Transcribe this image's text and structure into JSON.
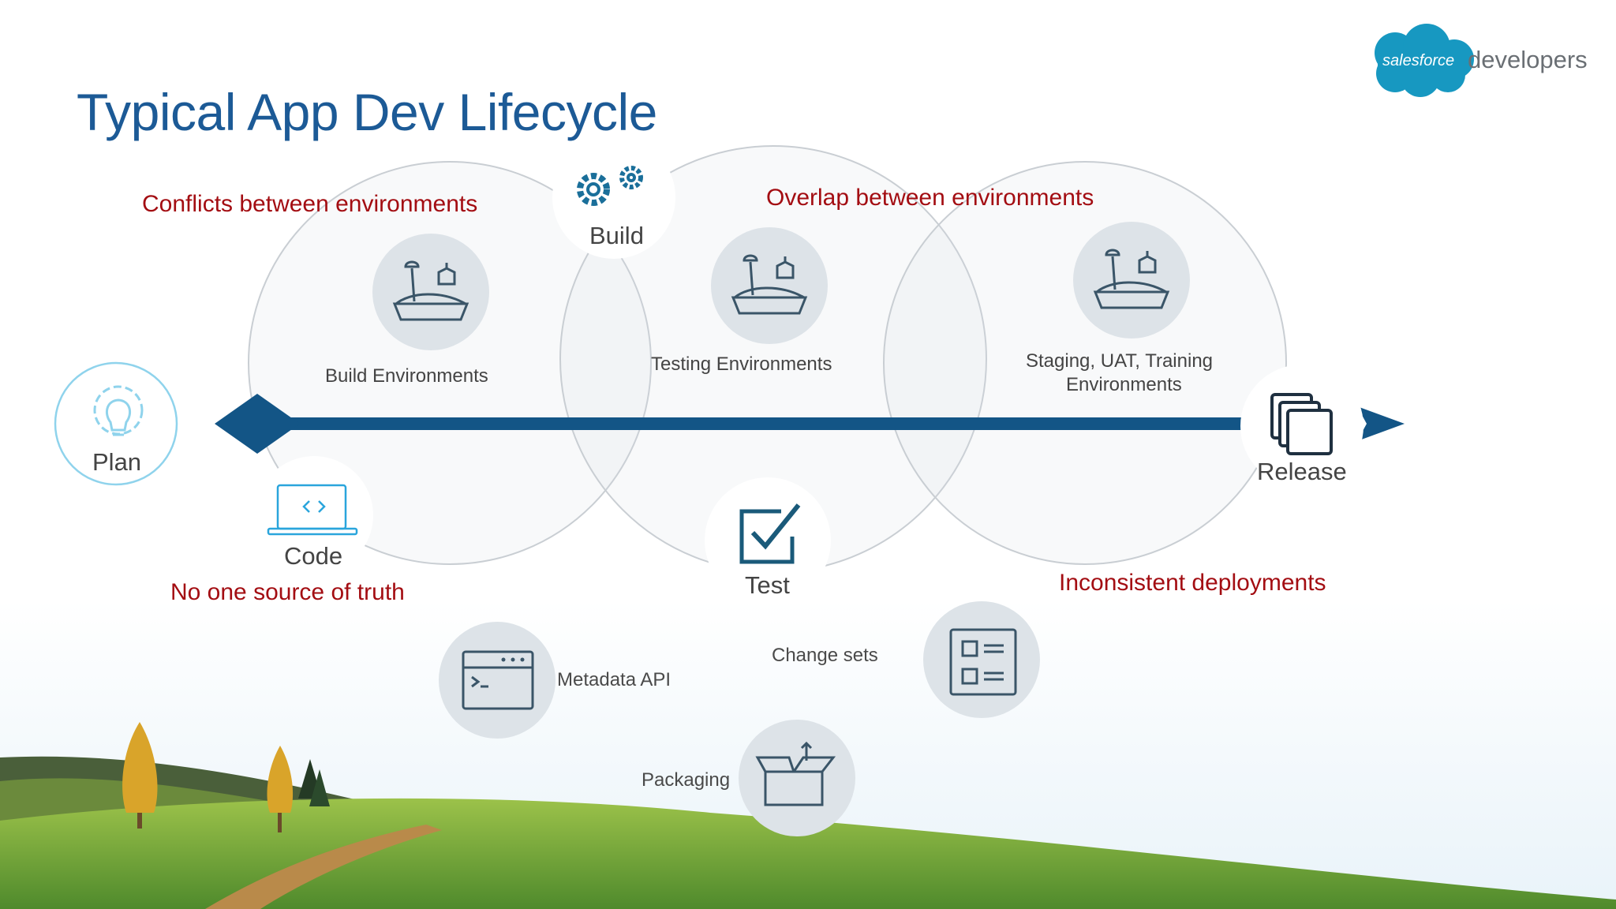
{
  "title": "Typical App Dev Lifecycle",
  "brand": {
    "logo_text": "salesforce",
    "product": "developers",
    "cloud_color": "#1798c1"
  },
  "stages": {
    "plan": "Plan",
    "code": "Code",
    "build": "Build",
    "test": "Test",
    "release": "Release"
  },
  "environments": {
    "build": "Build Environments",
    "testing": "Testing Environments",
    "staging_line1": "Staging, UAT, Training",
    "staging_line2": "Environments"
  },
  "problems": {
    "conflicts": "Conflicts between environments",
    "overlap": "Overlap between environments",
    "no_source": "No one source of truth",
    "inconsistent": "Inconsistent deployments"
  },
  "tools": {
    "metadata_api": "Metadata API",
    "change_sets": "Change sets",
    "packaging": "Packaging"
  },
  "colors": {
    "title": "#1c5a96",
    "timeline": "#135586",
    "problem_text": "#a30d12",
    "stage_icon": "#1a6f9a",
    "icon_circle": "#dde3e8",
    "plan_ring": "#8fd3ec",
    "code_icon": "#2aa5dc"
  },
  "icons": {
    "plan": "lightbulb-gear-icon",
    "code": "laptop-code-icon",
    "build": "gears-icon",
    "test": "checkbox-icon",
    "release": "stacked-pages-icon",
    "environment": "sandbox-icon",
    "metadata_api": "terminal-window-icon",
    "change_sets": "checklist-icon",
    "packaging": "open-box-icon"
  }
}
